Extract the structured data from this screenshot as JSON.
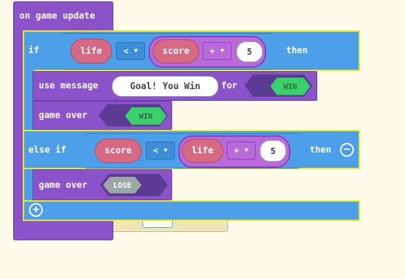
{
  "event": {
    "label": "on game update"
  },
  "if_block": {
    "if_label": "if",
    "then_label": "then",
    "condition": {
      "left": "life",
      "operator": "<",
      "right": {
        "left": "score",
        "operator": "+",
        "value": "5"
      }
    }
  },
  "then_actions": {
    "message": {
      "label": "use message",
      "text": "Goal! You Win",
      "for_label": "for",
      "target": "WIN"
    },
    "game_over": {
      "label": "game over",
      "result": "WIN"
    }
  },
  "else_if_block": {
    "label": "else if",
    "then_label": "then",
    "condition": {
      "left": "score",
      "operator": "<",
      "right": {
        "left": "life",
        "operator": "+",
        "value": "5"
      }
    }
  },
  "else_actions": {
    "game_over": {
      "label": "game over",
      "result": "LOSE"
    }
  },
  "icons": {
    "add": "plus-icon",
    "remove": "minus-icon",
    "dropdown": "chevron-down-icon"
  },
  "colors": {
    "event": "#8b53c9",
    "logic": "#4c9fe8",
    "highlight": "#f2ec18",
    "variable": "#d66a83",
    "math": "#b86bd9",
    "true": "#3ad16c",
    "false": "#9aa7a4"
  }
}
